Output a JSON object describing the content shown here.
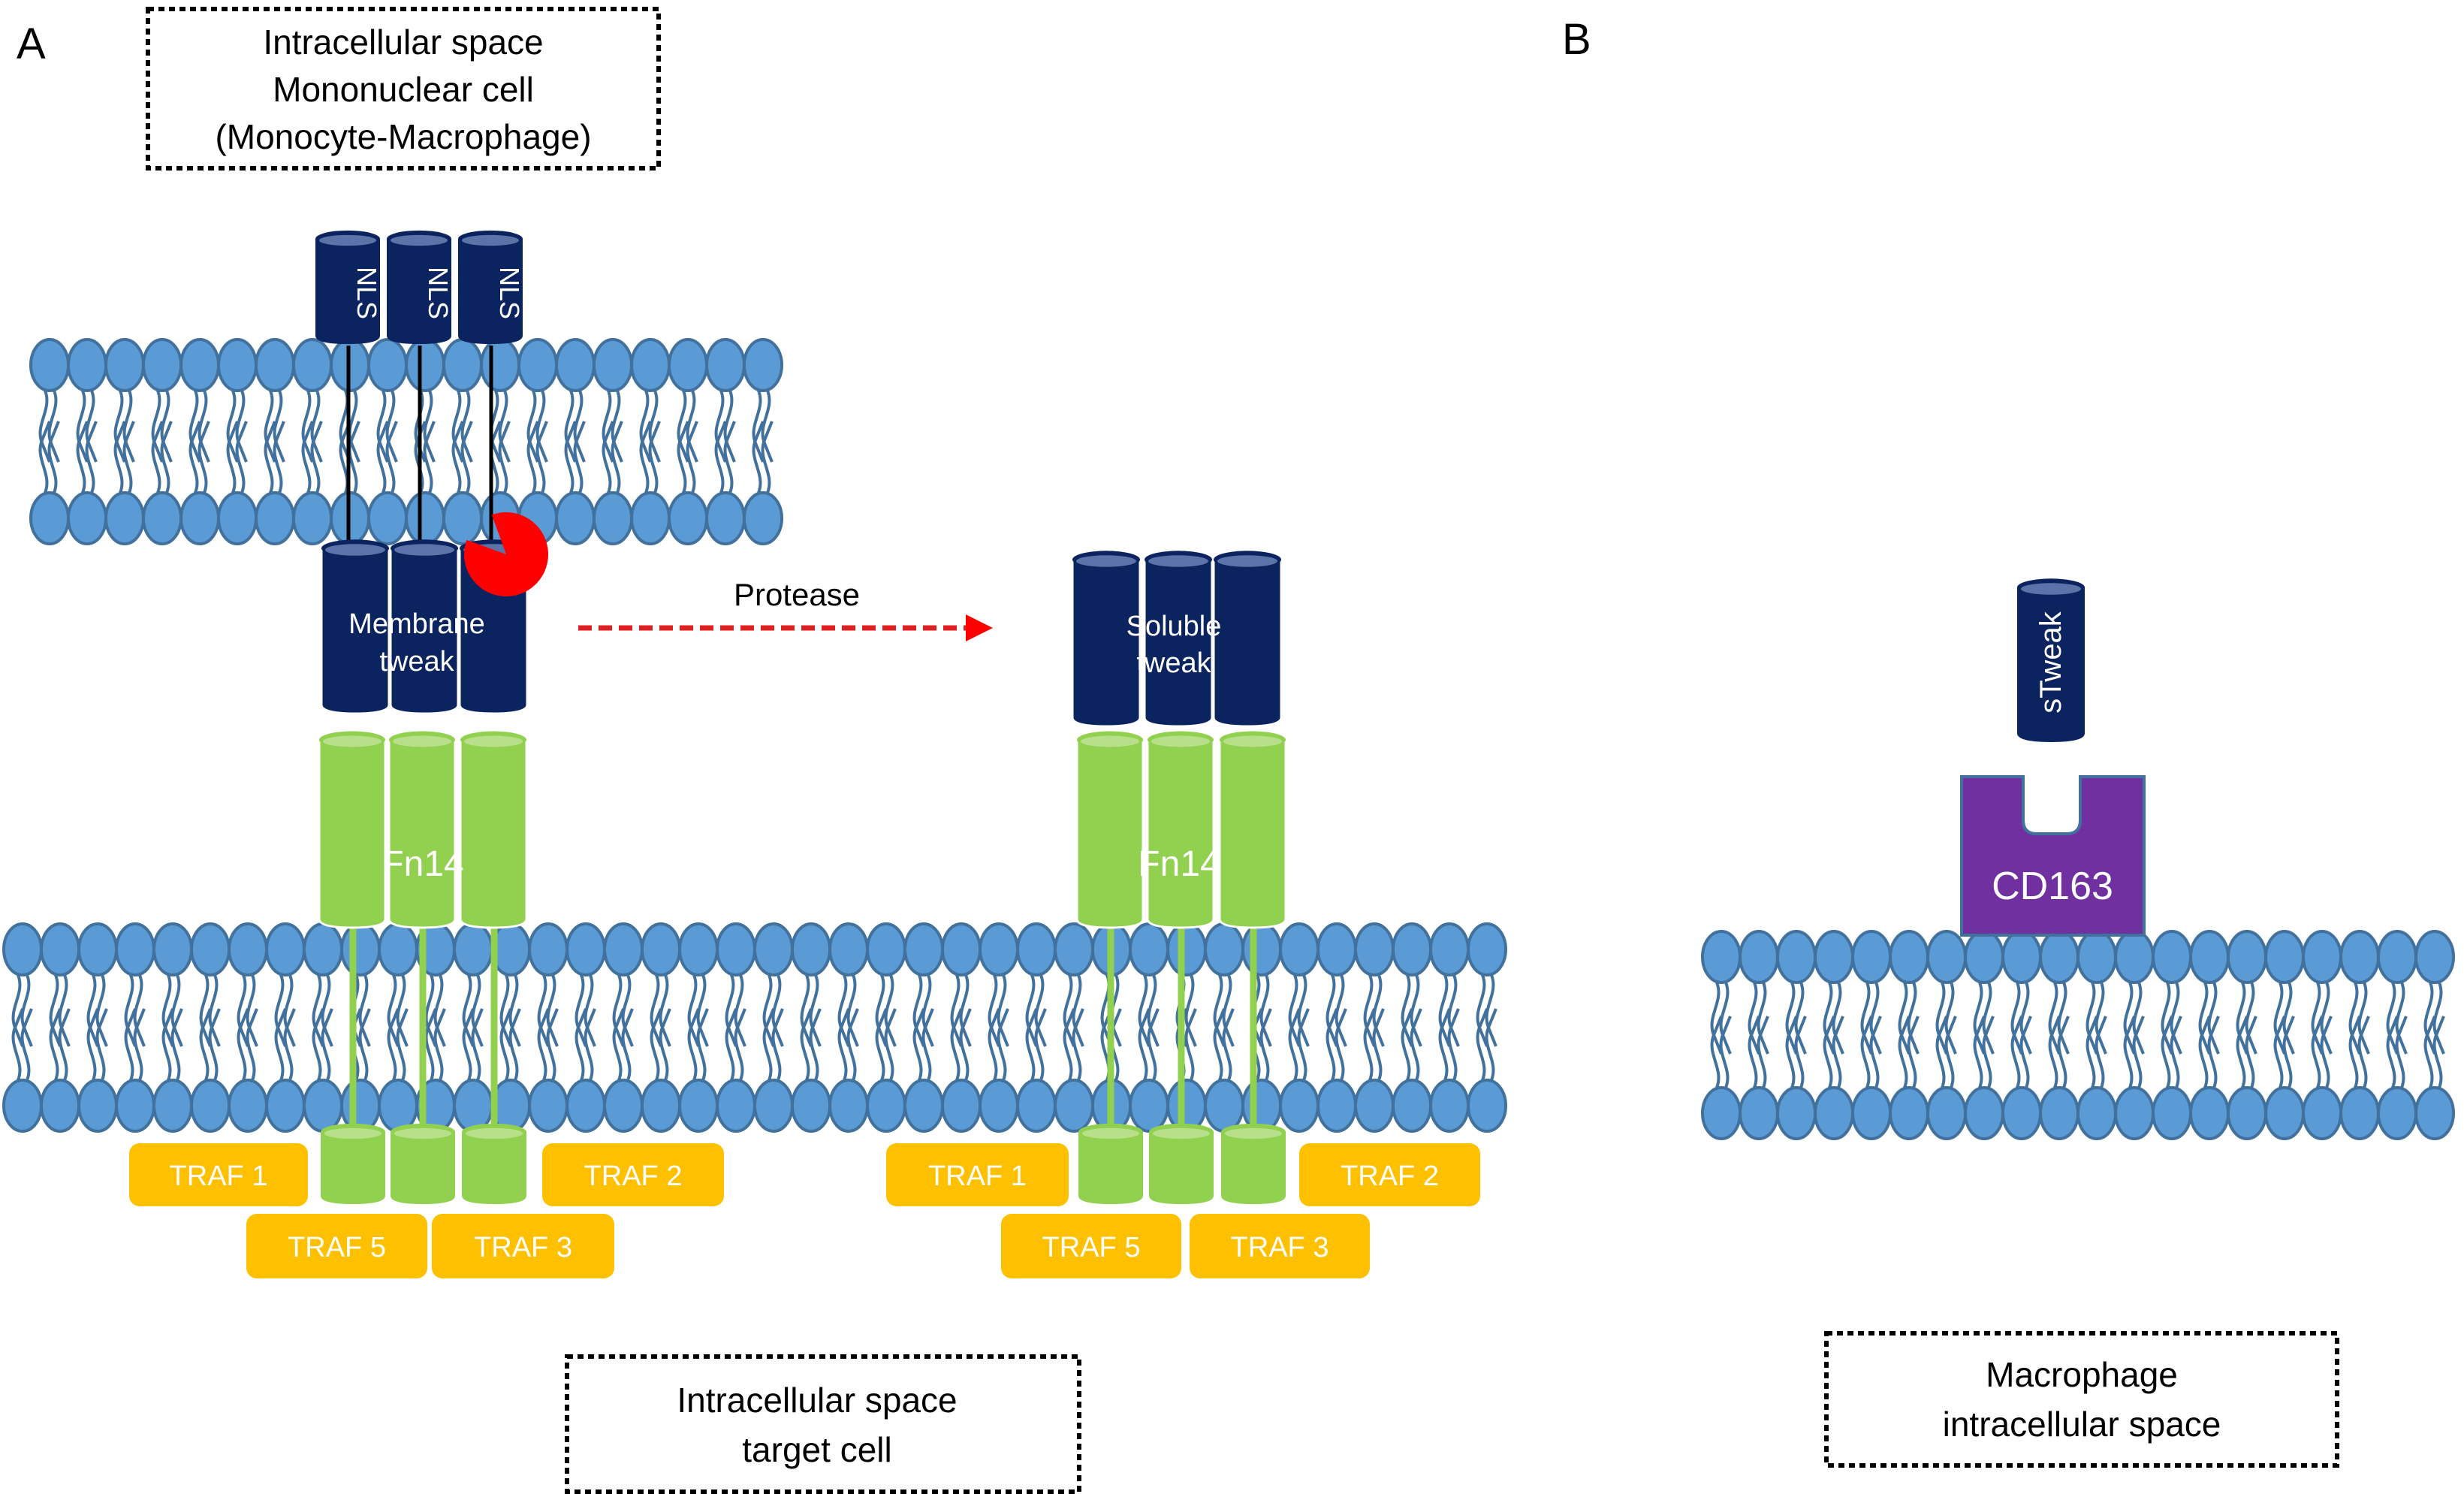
{
  "figure": {
    "panels": [
      {
        "id": "A",
        "label": "A"
      },
      {
        "id": "B",
        "label": "B"
      }
    ],
    "colors": {
      "membrane_head": "#5b9bd5",
      "membrane_head_stroke": "#41719c",
      "tweak_dark": "#0b2460",
      "tweak_cap": "#5a73a8",
      "fn14_green": "#92d050",
      "fn14_cap": "#b8e08a",
      "traf_orange": "#ffc000",
      "protease_red": "#ff0000",
      "cd163_purple": "#7030a0",
      "text_dark": "#000000",
      "text_light": "#ffffff"
    }
  },
  "panelA": {
    "top_box": {
      "lines": [
        "Intracellular space",
        "Mononuclear cell",
        "(Monocyte-Macrophage)"
      ]
    },
    "nls_labels": [
      "NLS",
      "NLS",
      "NLS"
    ],
    "membrane_tweak": {
      "lines": [
        "Membrane",
        "tweak"
      ]
    },
    "protease": {
      "label": "Protease"
    },
    "soluble_tweak": {
      "lines": [
        "Soluble",
        "tweak"
      ]
    },
    "fn14_left": {
      "label": "Fn14"
    },
    "fn14_right": {
      "label": "Fn14"
    },
    "trafs_left": [
      {
        "label": "TRAF 1"
      },
      {
        "label": "TRAF 2"
      },
      {
        "label": "TRAF 5"
      },
      {
        "label": "TRAF 3"
      }
    ],
    "trafs_right": [
      {
        "label": "TRAF 1"
      },
      {
        "label": "TRAF 2"
      },
      {
        "label": "TRAF 5"
      },
      {
        "label": "TRAF 3"
      }
    ],
    "bottom_box": {
      "lines": [
        "Intracellular space",
        "target cell"
      ]
    }
  },
  "panelB": {
    "stweak": {
      "label": "sTweak"
    },
    "cd163": {
      "label": "CD163"
    },
    "bottom_box": {
      "lines": [
        "Macrophage",
        "intracellular space"
      ]
    }
  }
}
